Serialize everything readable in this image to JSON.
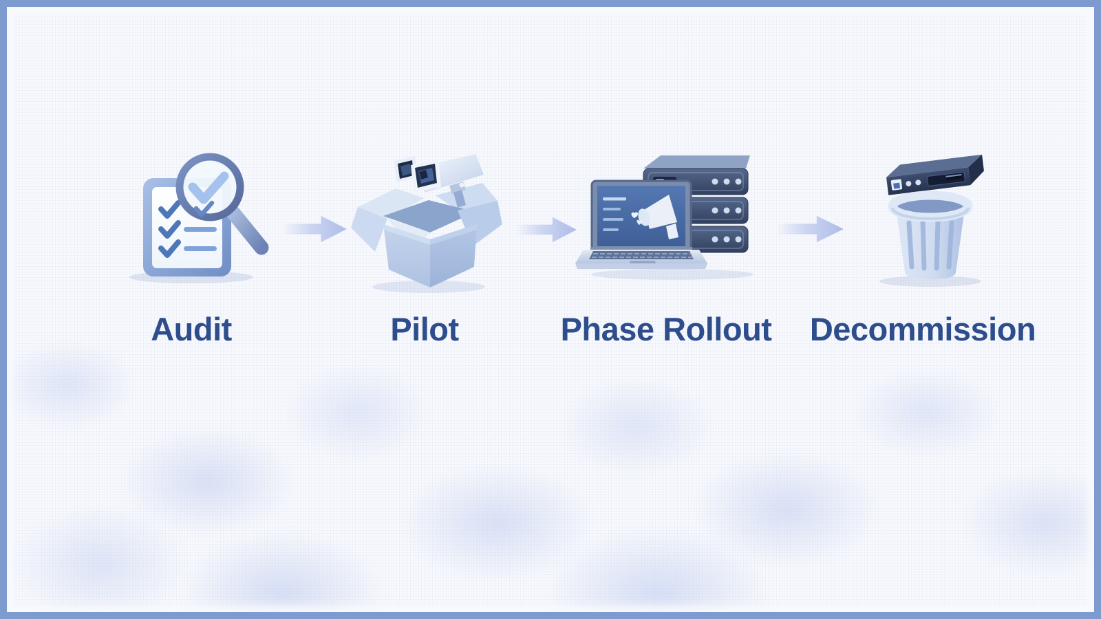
{
  "flow": {
    "stages": [
      {
        "label": "Audit",
        "icon": "checklist-magnifier-icon"
      },
      {
        "label": "Pilot",
        "icon": "camera-in-open-box-icon"
      },
      {
        "label": "Phase Rollout",
        "icon": "laptop-megaphone-server-rack-icon"
      },
      {
        "label": "Decommission",
        "icon": "device-in-trash-can-icon"
      }
    ],
    "connector": "right-arrow",
    "colors": {
      "border": "#7e9bd0",
      "label_text": "#2e4d8c",
      "arrow": "#aebde8",
      "background": "#f8f9fd"
    }
  }
}
